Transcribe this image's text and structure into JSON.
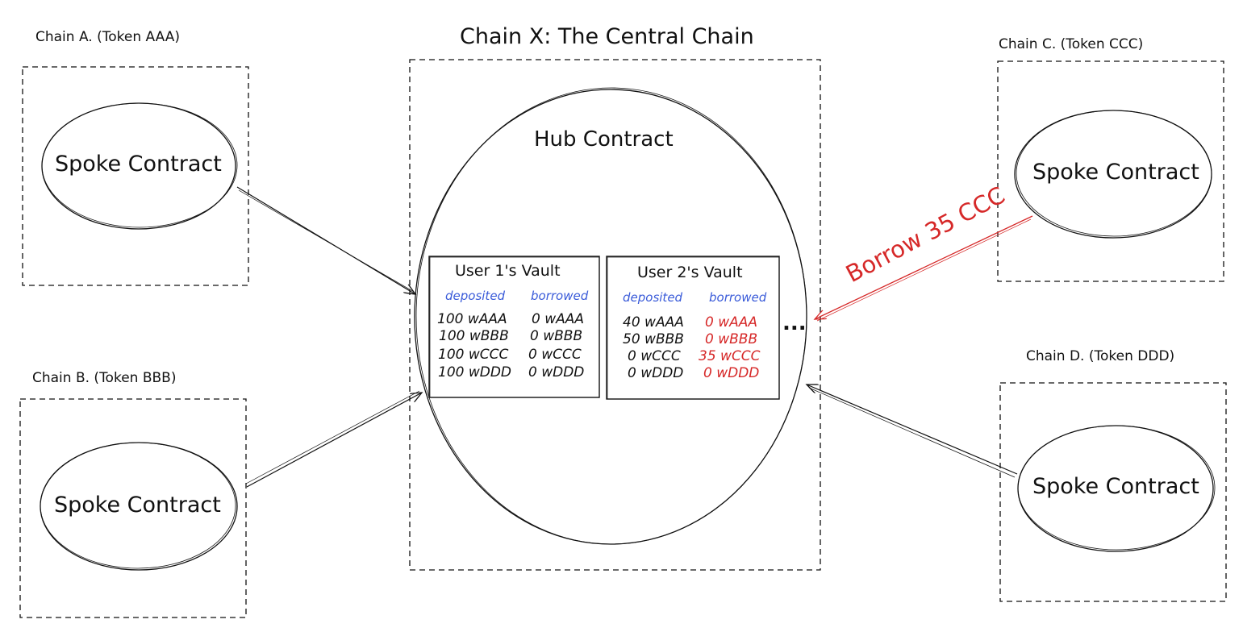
{
  "colors": {
    "ink": "#111111",
    "blue": "#3a5bd9",
    "red": "#d62828"
  },
  "central_title": "Chain X: The Central Chain",
  "hub_title": "Hub Contract",
  "chains": {
    "a": {
      "label": "Chain A.  (Token AAA)",
      "spoke": "Spoke Contract"
    },
    "b": {
      "label": "Chain B.  (Token BBB)",
      "spoke": "Spoke Contract"
    },
    "c": {
      "label": "Chain C.  (Token CCC)",
      "spoke": "Spoke Contract"
    },
    "d": {
      "label": "Chain D.  (Token DDD)",
      "spoke": "Spoke Contract"
    }
  },
  "vault1": {
    "title": "User 1's Vault",
    "deposited_header": "deposited",
    "borrowed_header": "borrowed",
    "deposited": [
      "100 wAAA",
      "100 wBBB",
      "100 wCCC",
      "100 wDDD"
    ],
    "borrowed": [
      "0 wAAA",
      "0 wBBB",
      "0 wCCC",
      "0 wDDD"
    ]
  },
  "vault2": {
    "title": "User 2's Vault",
    "deposited_header": "deposited",
    "borrowed_header": "borrowed",
    "deposited": [
      "40 wAAA",
      "50 wBBB",
      "0 wCCC",
      "0 wDDD"
    ],
    "borrowed": [
      "0 wAAA",
      "0 wBBB",
      "35 wCCC",
      "0 wDDD"
    ]
  },
  "ellipsis": "...",
  "borrow_label": "Borrow 35 CCC"
}
